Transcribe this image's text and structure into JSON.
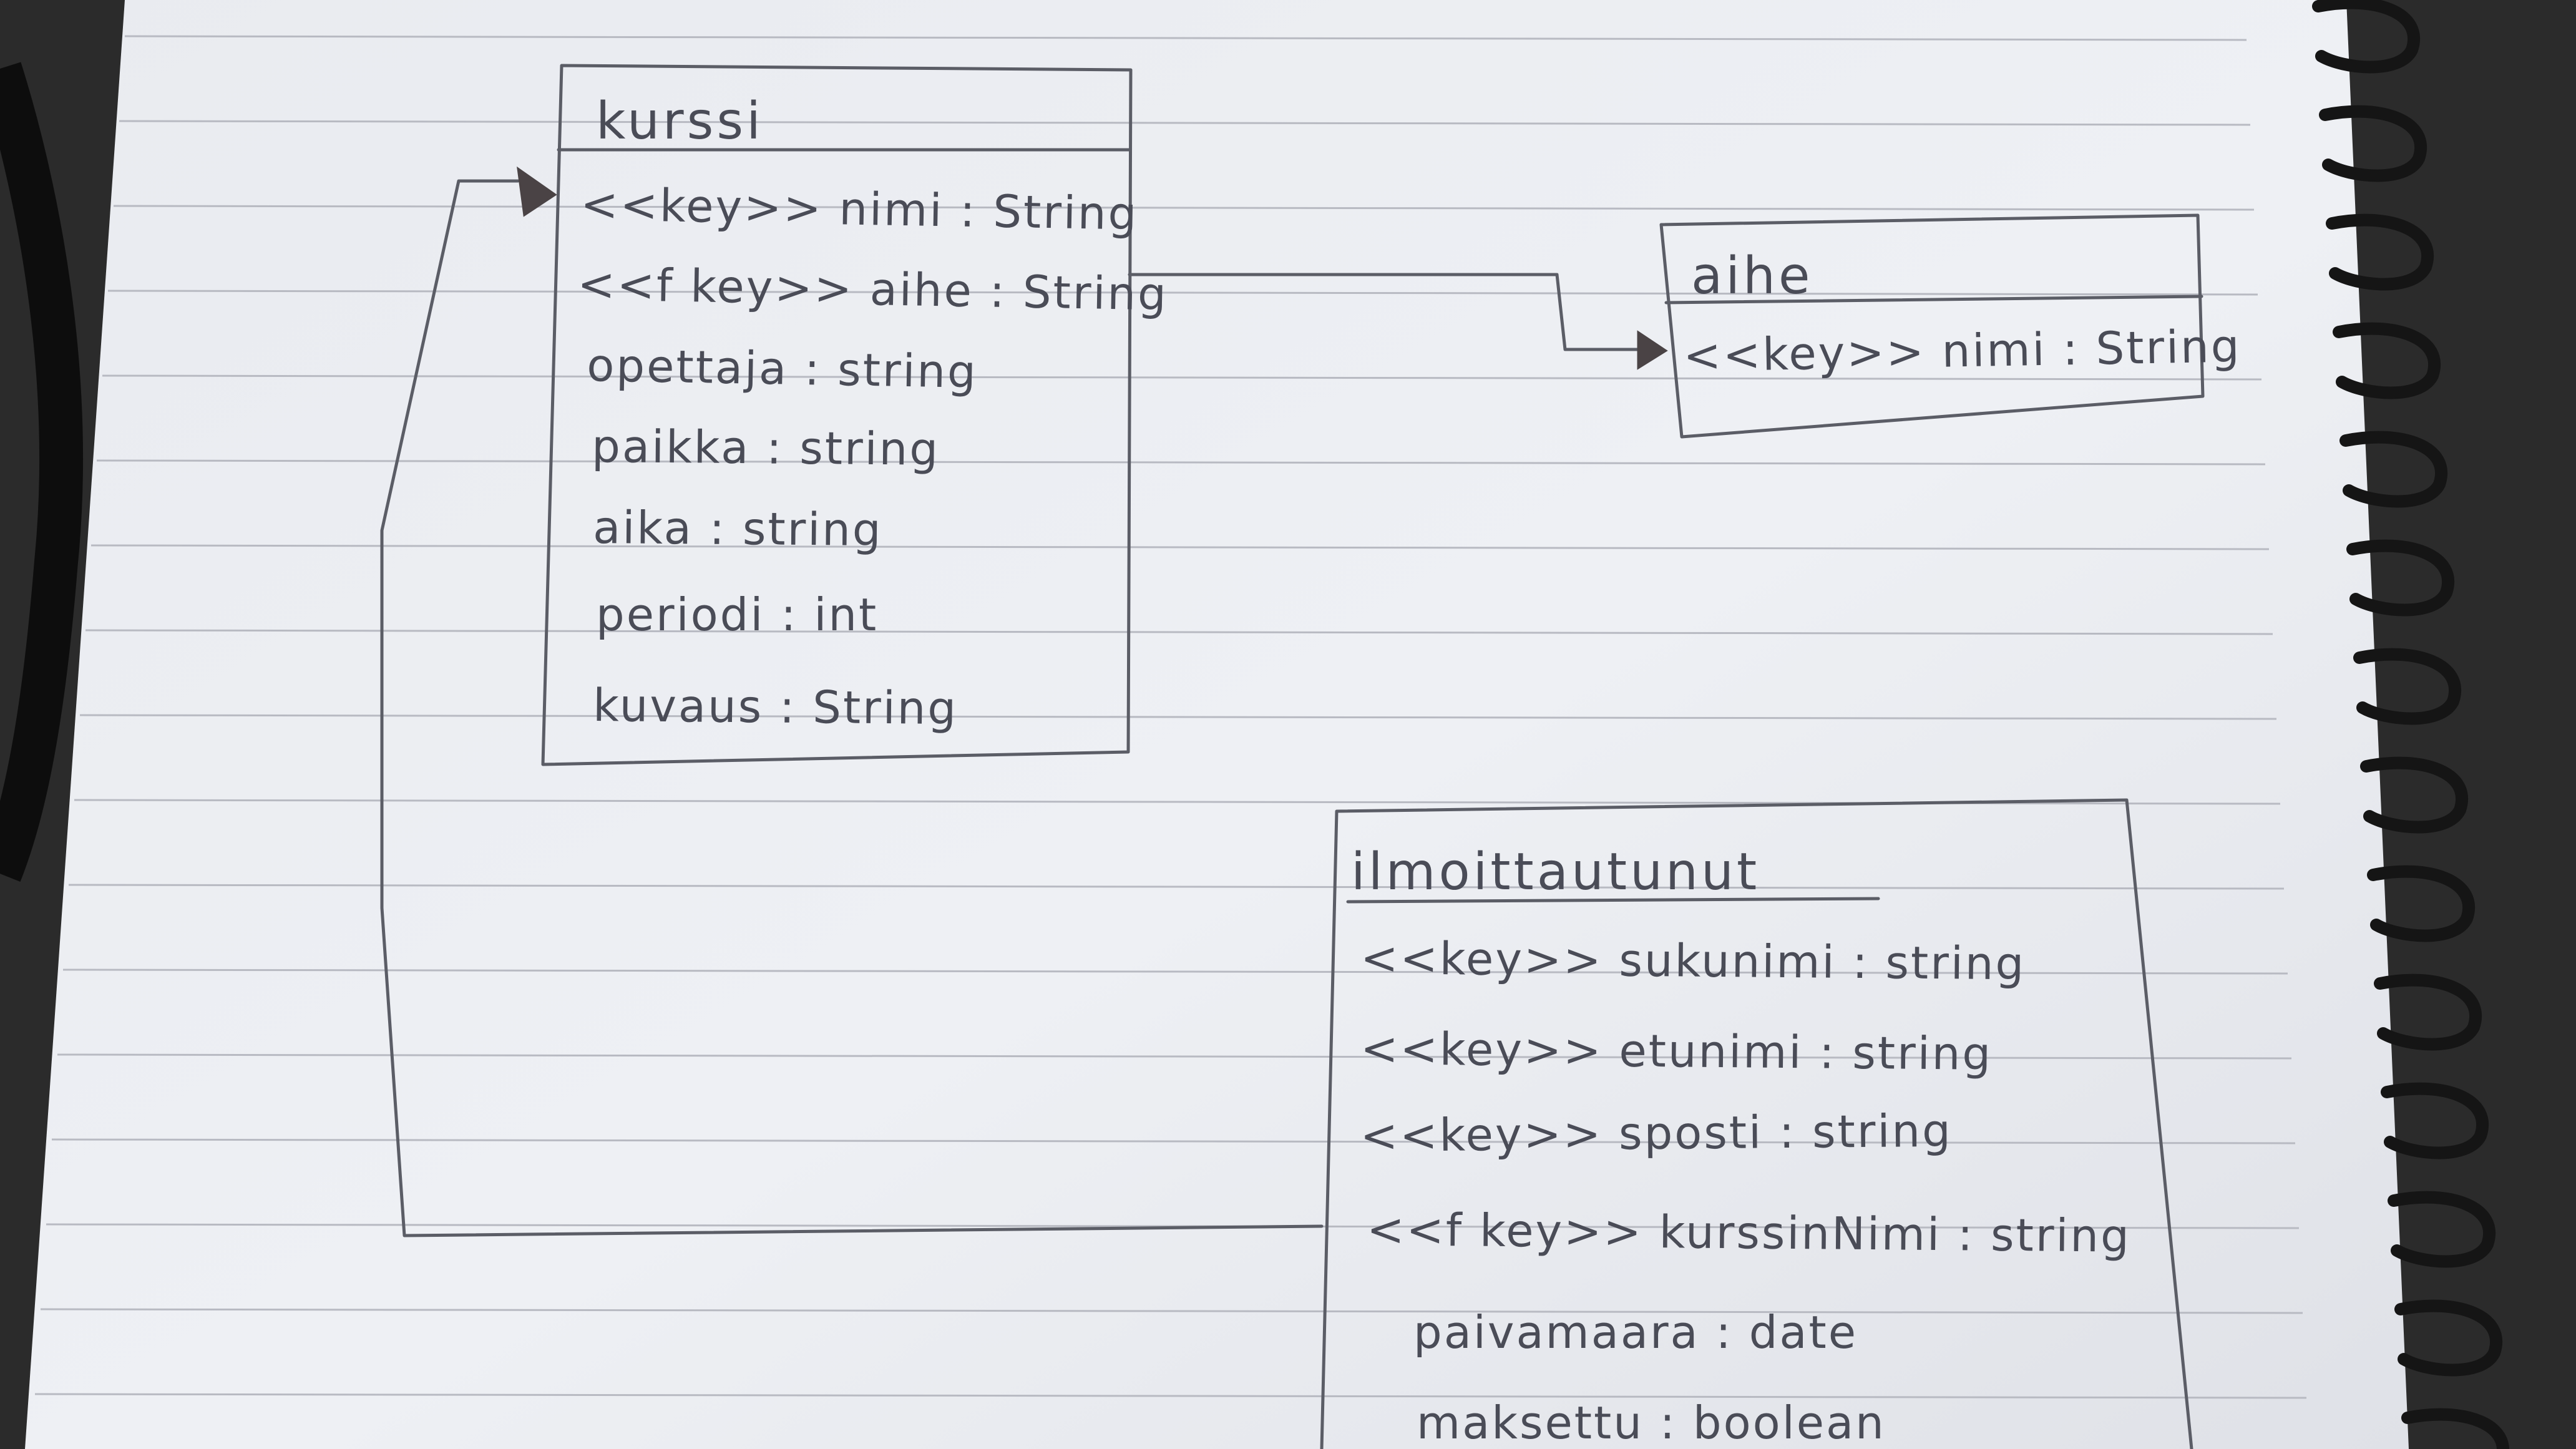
{
  "diagram": {
    "entities": [
      {
        "id": "kurssi",
        "title": "kurssi",
        "attributes": [
          "<<key>> nimi : String",
          "<<f key>> aihe : String",
          "opettaja : string",
          "paikka : string",
          "aika : string",
          "periodi : int",
          "kuvaus : String"
        ]
      },
      {
        "id": "aihe",
        "title": "aihe",
        "attributes": [
          "<<key>> nimi : String"
        ]
      },
      {
        "id": "ilmoittautunut",
        "title": "ilmoittautunut",
        "attributes": [
          "<<key>> sukunimi : string",
          "<<key>> etunimi : string",
          "<<key>> sposti : string",
          "<<f key>> kurssinNimi : string",
          "paivamaara : date",
          "maksettu : boolean"
        ]
      }
    ],
    "relations": [
      {
        "from": "kurssi.aihe",
        "to": "aihe.nimi",
        "arrow": "filled-triangle"
      },
      {
        "from": "ilmoittautunut.kurssinNimi",
        "to": "kurssi.nimi",
        "arrow": "filled-triangle"
      }
    ]
  },
  "colors": {
    "paper": "#eceef2",
    "ink": "#4a4c57",
    "rule_line": "#b8bac2",
    "spiral": "#151515"
  }
}
